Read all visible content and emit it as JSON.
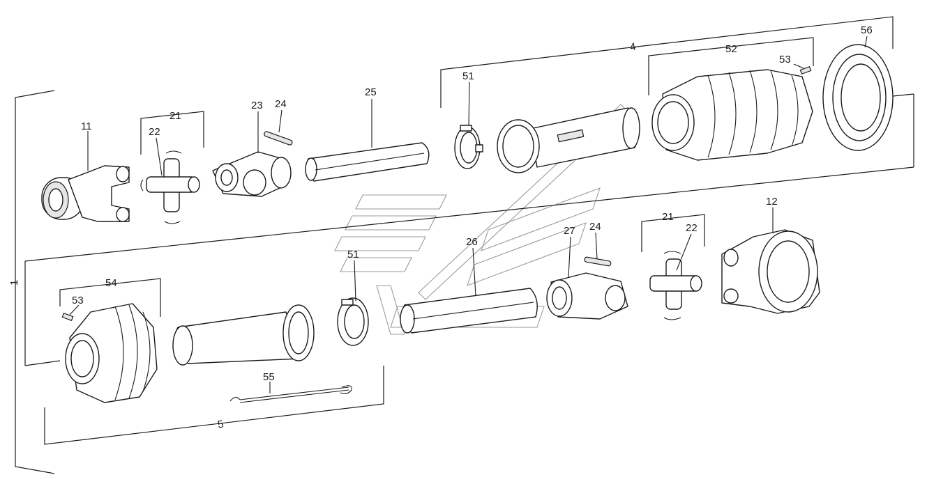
{
  "diagram": {
    "labels": {
      "p11": "11",
      "p12": "12",
      "p21a": "21",
      "p21b": "21",
      "p22a": "22",
      "p22b": "22",
      "p23": "23",
      "p24a": "24",
      "p24b": "24",
      "p25": "25",
      "p26": "26",
      "p27": "27",
      "p51a": "51",
      "p51b": "51",
      "p52": "52",
      "p53a": "53",
      "p53b": "53",
      "p54": "54",
      "p55": "55",
      "p56": "56",
      "g4": "4",
      "g5": "5",
      "g1": "1"
    }
  }
}
